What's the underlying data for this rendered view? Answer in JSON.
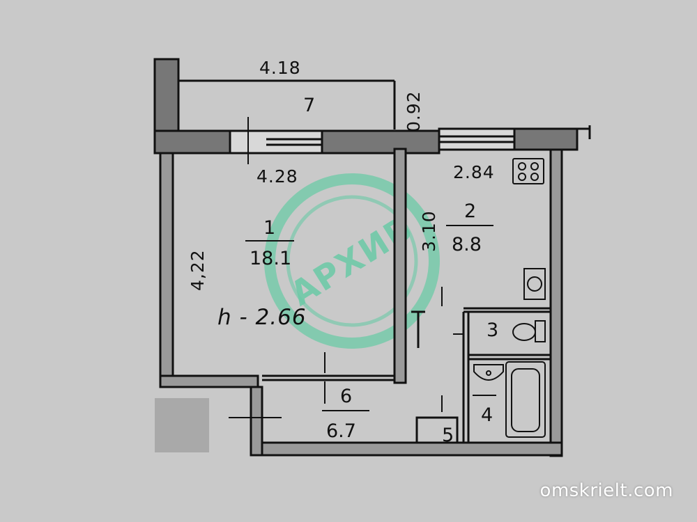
{
  "dimensions": {
    "balcony_width": "4.18",
    "balcony_depth": "0.92",
    "room1_width": "4.28",
    "room1_depth": "4,22",
    "kitchen_width": "2.84",
    "kitchen_depth": "3.10"
  },
  "ceiling_height": "h - 2.66",
  "rooms": [
    {
      "number": "1",
      "area": "18.1"
    },
    {
      "number": "2",
      "area": "8.8"
    },
    {
      "number": "3",
      "area": ""
    },
    {
      "number": "4",
      "area": ""
    },
    {
      "number": "5",
      "area": ""
    },
    {
      "number": "6",
      "area": "6.7"
    },
    {
      "number": "7",
      "area": ""
    }
  ],
  "stamp": {
    "text": "АРХИВ",
    "color": "#6bc9a6"
  },
  "watermark": "omskrielt.com",
  "icons": [
    "stove-icon",
    "sink-icon",
    "toilet-icon",
    "bathtub-icon",
    "washbasin-icon"
  ]
}
